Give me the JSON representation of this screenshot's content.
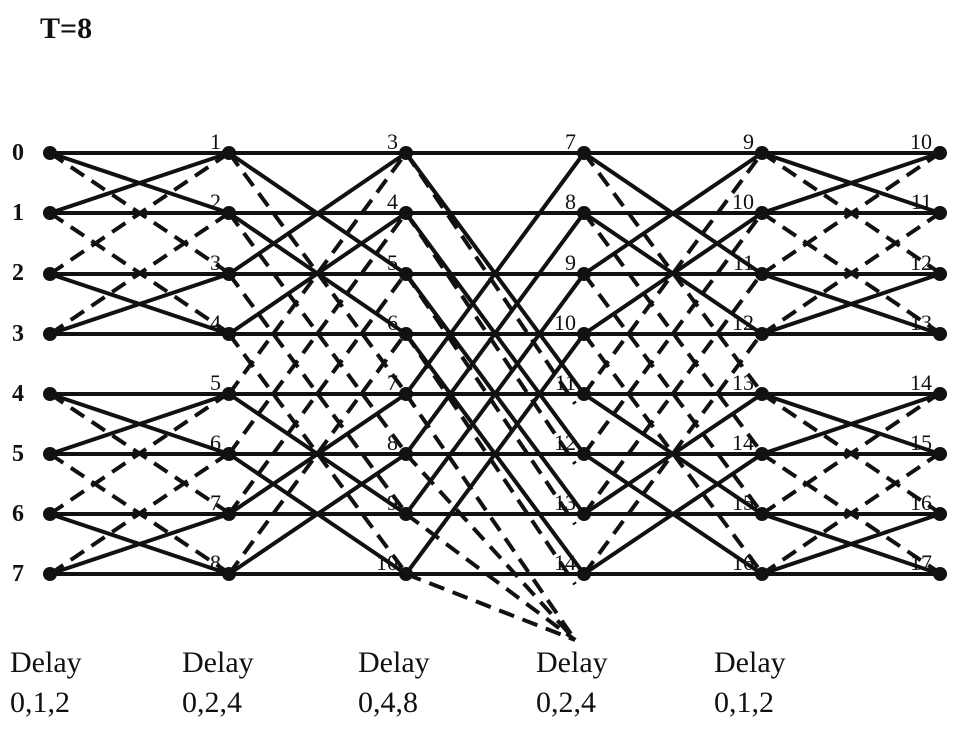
{
  "title": "T=8",
  "row_labels": [
    "0",
    "1",
    "2",
    "3",
    "4",
    "5",
    "6",
    "7"
  ],
  "columns": [
    {
      "nodes": [
        "0",
        "1",
        "2",
        "3",
        "4",
        "5",
        "6",
        "7"
      ]
    },
    {
      "nodes": [
        "1",
        "2",
        "3",
        "4",
        "5",
        "6",
        "7",
        "8"
      ]
    },
    {
      "nodes": [
        "3",
        "4",
        "5",
        "6",
        "7",
        "8",
        "9",
        "10"
      ]
    },
    {
      "nodes": [
        "7",
        "8",
        "9",
        "10",
        "11",
        "12",
        "13",
        "14"
      ]
    },
    {
      "nodes": [
        "9",
        "10",
        "11",
        "12",
        "13",
        "14",
        "15",
        "16"
      ]
    },
    {
      "nodes": [
        "10",
        "11",
        "12",
        "13",
        "14",
        "15",
        "16",
        "17"
      ]
    }
  ],
  "delays": [
    {
      "word": "Delay",
      "values": "0,1,2"
    },
    {
      "word": "Delay",
      "values": "0,2,4"
    },
    {
      "word": "Delay",
      "values": "0,4,8"
    },
    {
      "word": "Delay",
      "values": "0,2,4"
    },
    {
      "word": "Delay",
      "values": "0,1,2"
    }
  ],
  "stage_shifts": [
    1,
    2,
    4,
    2,
    1
  ],
  "colors": {
    "ink": "#111111",
    "background": "#ffffff"
  }
}
